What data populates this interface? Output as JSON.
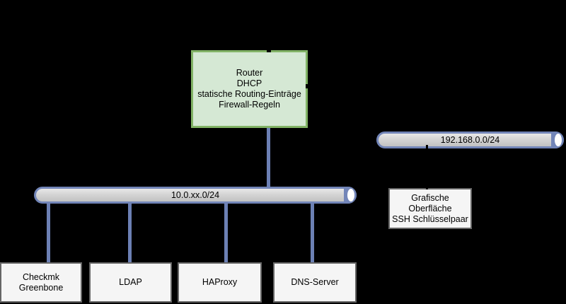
{
  "diagram": {
    "background_color": "#000000",
    "router": {
      "label": "Router\nDHCP\nstatische Routing-Einträge\nFirewall-Regeln",
      "fill_color": "#d5e8d4",
      "stroke_color": "#82b366"
    },
    "lan_bus": {
      "label": "10.0.xx.0/24"
    },
    "wan_bus": {
      "label": "192.168.0.0/24"
    },
    "bus_style": {
      "fill_color": "#d6d6d6",
      "stroke_color": "#7285b8"
    },
    "note_box": {
      "label": "Grafische Oberfläche\nSSH Schlüsselpaar",
      "fill_color": "#f5f5f5",
      "stroke_color": "#666666"
    },
    "servers": [
      {
        "label": "Checkmk\nGreenbone"
      },
      {
        "label": "LDAP"
      },
      {
        "label": "HAProxy"
      },
      {
        "label": "DNS-Server"
      }
    ],
    "connector_color": "#6c80b4"
  }
}
